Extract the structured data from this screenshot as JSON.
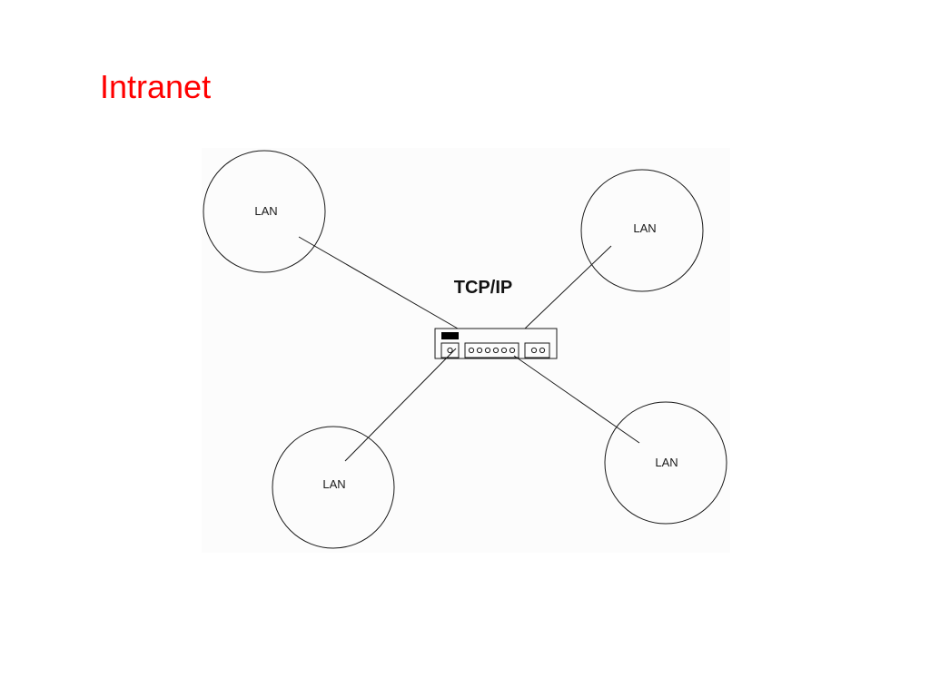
{
  "slide": {
    "title": "Intranet",
    "title_color": "#ff0000"
  },
  "diagram": {
    "protocol_label": "TCP/IP",
    "hub_icon": "network-switch-icon",
    "lans": [
      {
        "id": "top-left",
        "label": "LAN"
      },
      {
        "id": "top-right",
        "label": "LAN"
      },
      {
        "id": "bottom-left",
        "label": "LAN"
      },
      {
        "id": "bottom-right",
        "label": "LAN"
      }
    ]
  }
}
